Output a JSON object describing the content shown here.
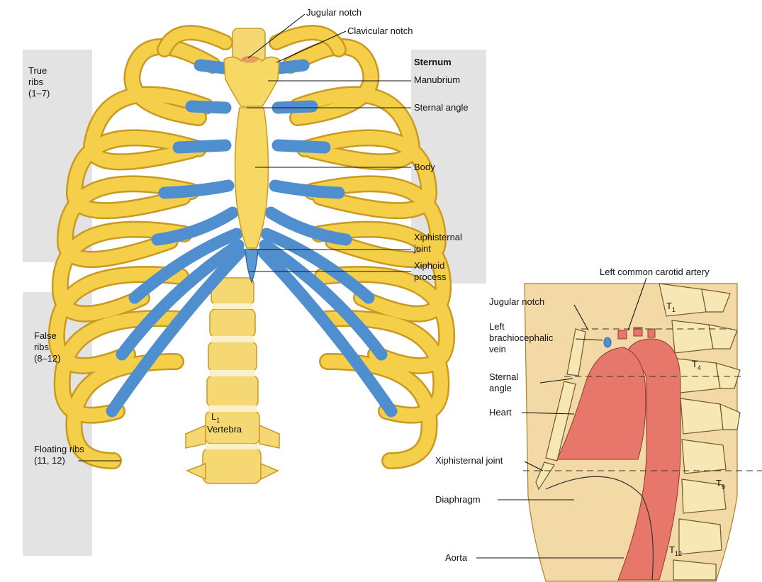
{
  "colors": {
    "bone": "#f5cf4a",
    "bone_light": "#fbe58f",
    "bone_edge": "#c99a22",
    "cartilage": "#4f8fcf",
    "cartilage_dark": "#2f68a8",
    "panel": "#e3e3e3",
    "body_tissue": "#f2d9a6",
    "heart": "#e8776b",
    "sagittal_bone": "#f7e7b4"
  },
  "figure_a": {
    "labels": {
      "jugular_notch": "Jugular notch",
      "clavicular_notch": "Clavicular notch",
      "sternum_heading": "Sternum",
      "manubrium": "Manubrium",
      "sternal_angle": "Sternal angle",
      "body": "Body",
      "xiphisternal_joint": "Xiphisternal\njoint",
      "xiphoid_process": "Xiphoid\nprocess",
      "true_ribs": "True\nribs\n(1–7)",
      "false_ribs": "False\nribs\n(8–12)",
      "floating_ribs": "Floating ribs\n(11, 12)",
      "l1_letter": "L",
      "l1_sub": "1",
      "vertebra": "Vertebra"
    }
  },
  "figure_b": {
    "labels": {
      "left_common_carotid": "Left common carotid artery",
      "jugular_notch": "Jugular notch",
      "left_brachiocephalic": "Left\nbrachiocephalic\nvein",
      "sternal_angle": "Sternal\nangle",
      "heart": "Heart",
      "xiphisternal_joint": "Xiphisternal joint",
      "diaphragm": "Diaphragm",
      "aorta": "Aorta",
      "t_letter": "T",
      "t1_sub": "1",
      "t4_sub": "4",
      "t9_sub": "9",
      "t12_sub": "12"
    }
  }
}
